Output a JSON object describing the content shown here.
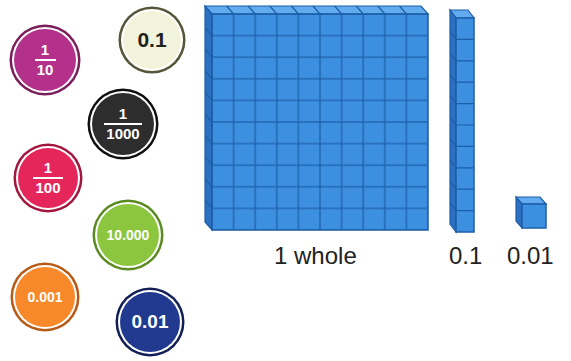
{
  "diagram": {
    "nodes": [
      {
        "text": [
          "0.1"
        ]
      },
      {
        "text": [
          "1",
          "10"
        ]
      },
      {
        "text": [
          "1",
          "1000"
        ]
      },
      {
        "text": [
          "1",
          "100"
        ]
      },
      {
        "text": [
          "10.000"
        ]
      },
      {
        "text": [
          "0.001"
        ]
      },
      {
        "text": [
          "0.01"
        ]
      }
    ],
    "labels": [
      "1 whole",
      "0.1",
      "0.01"
    ]
  }
}
